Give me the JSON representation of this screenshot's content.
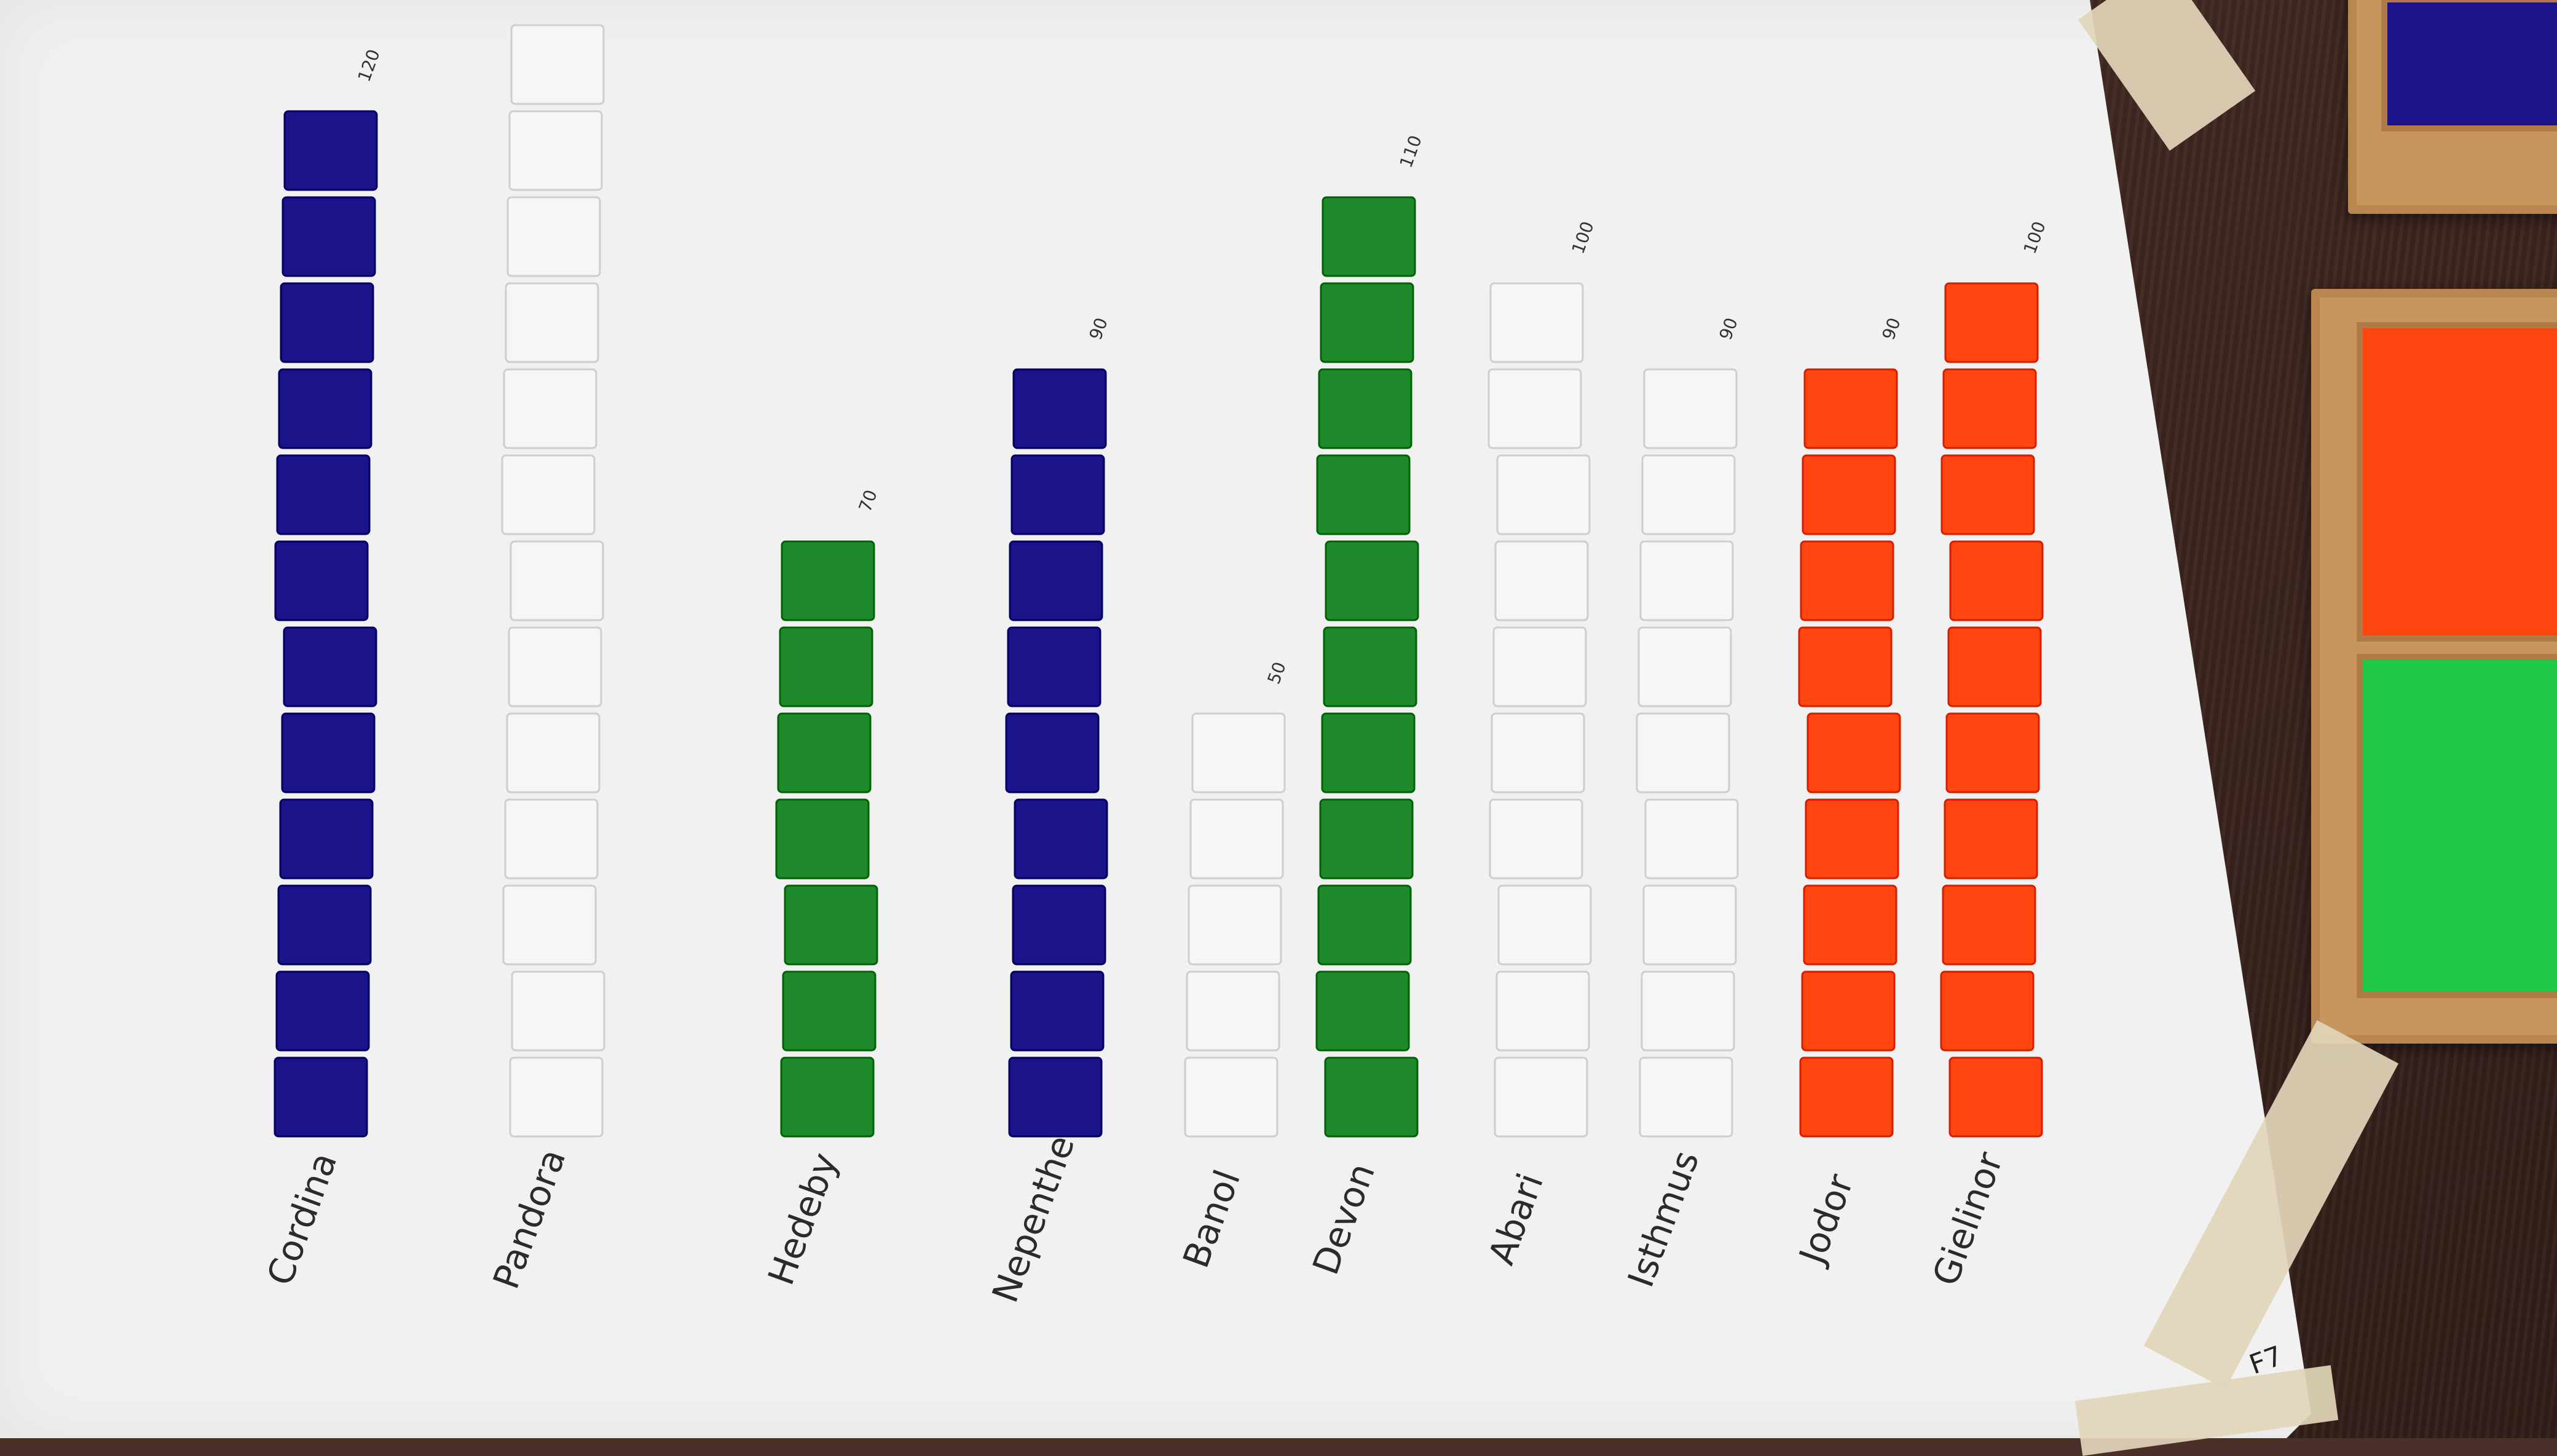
{
  "chart_data": {
    "type": "bar",
    "title": "",
    "xlabel": "",
    "ylabel": "",
    "ylim": [
      0,
      120
    ],
    "grid": false,
    "legend": "none",
    "categories": [
      "Cordina",
      "Pandora",
      "Hedeby",
      "Nepenthe",
      "Banol",
      "Devon",
      "Abari",
      "Isthmus",
      "Jodor",
      "Gielinor"
    ],
    "values": [
      120,
      130,
      70,
      90,
      50,
      110,
      100,
      90,
      90,
      100
    ],
    "value_labels": [
      "120",
      "",
      "70",
      "90",
      "50",
      "110",
      "100",
      "90",
      "90",
      "100"
    ],
    "bar_colors": [
      "#1c1289",
      "#f6f6f4",
      "#1f8a2b",
      "#1c1289",
      "#f6f6f4",
      "#1f8a2b",
      "#f6f6f4",
      "#f6f6f4",
      "#ff4510",
      "#ff4510"
    ],
    "unit_value": 10
  },
  "corner_mark": "F7"
}
